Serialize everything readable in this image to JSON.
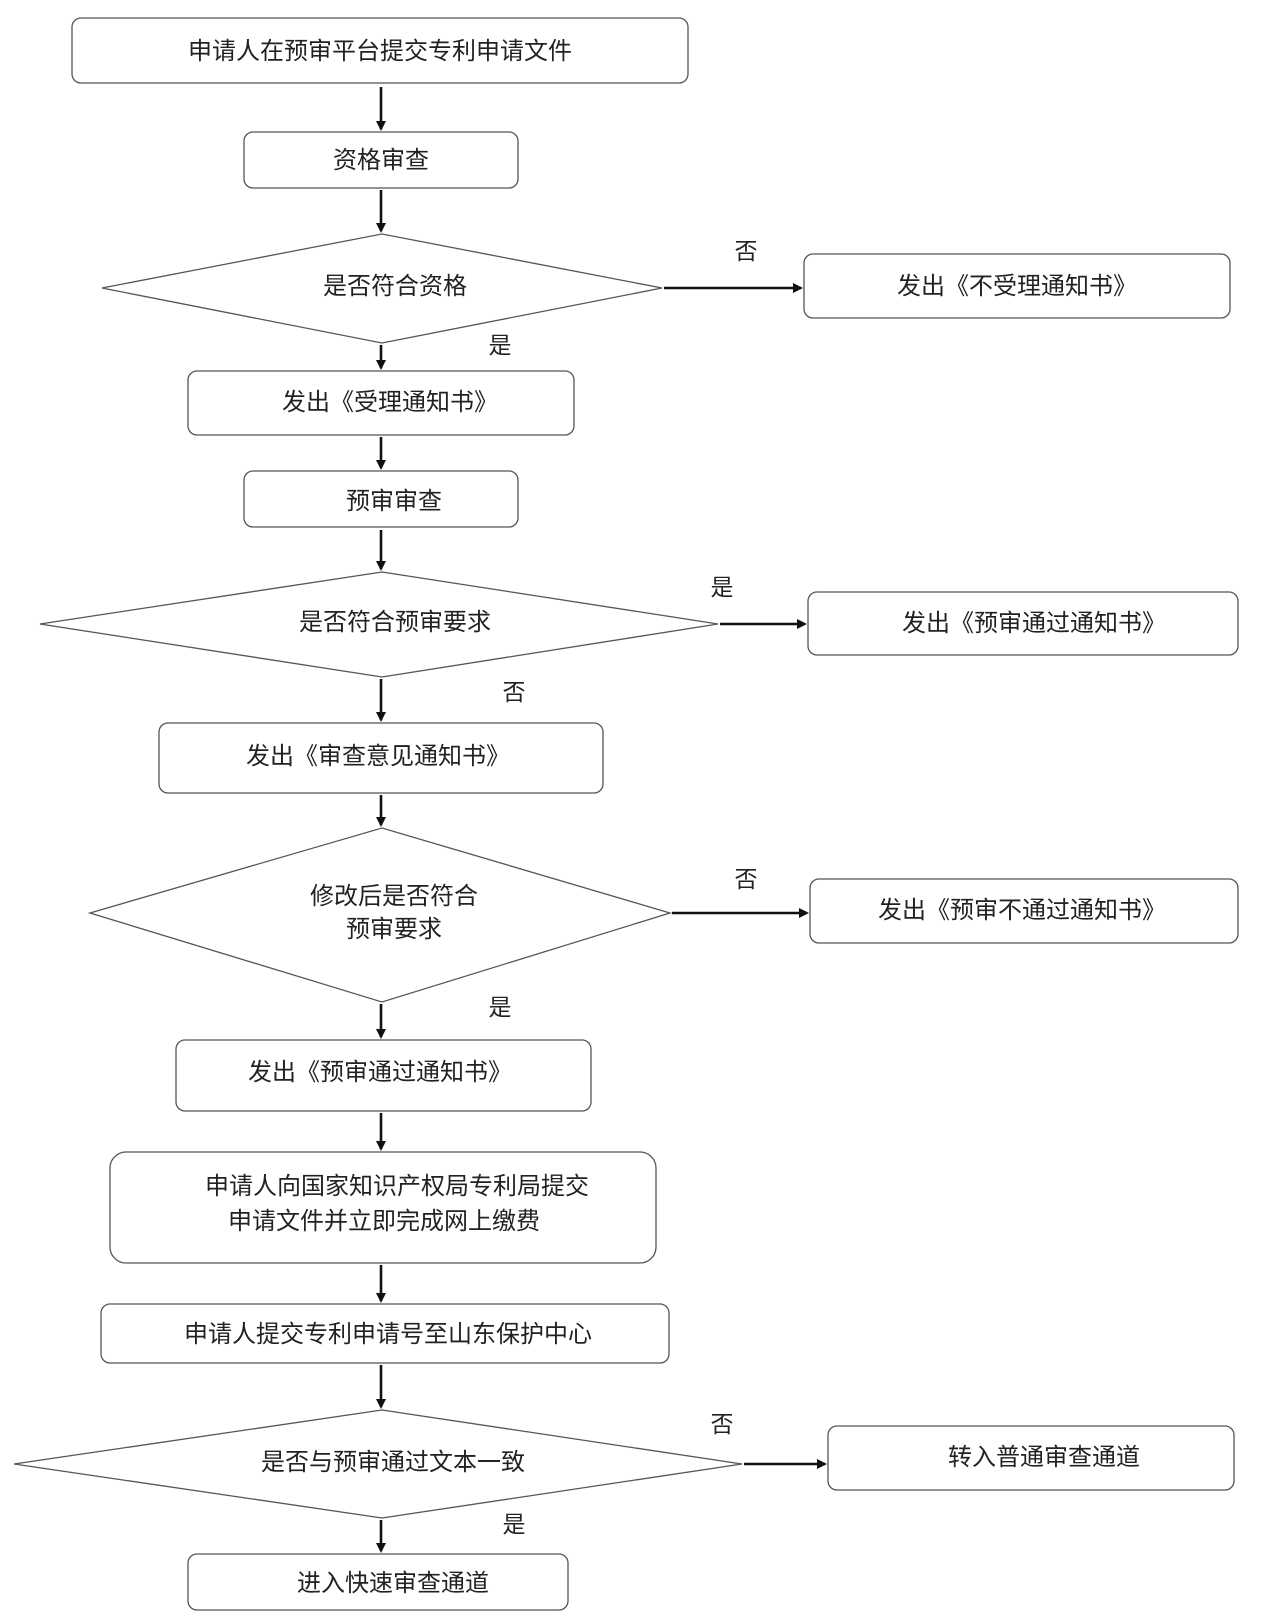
{
  "nodes": {
    "submit": {
      "lines": [
        "申请人在预审平台提交专利申请文件"
      ]
    },
    "qualification_review": {
      "lines": [
        "资格审查"
      ]
    },
    "is_qualified": {
      "lines": [
        "是否符合资格"
      ]
    },
    "not_accepted_notice": {
      "lines": [
        "发出《不受理通知书》"
      ]
    },
    "accepted_notice": {
      "lines": [
        "发出《受理通知书》"
      ]
    },
    "pre_review": {
      "lines": [
        "预审审查"
      ]
    },
    "meets_pre_review": {
      "lines": [
        "是否符合预审要求"
      ]
    },
    "pre_review_pass_notice_1": {
      "lines": [
        "发出《预审通过通知书》"
      ]
    },
    "review_opinion_notice": {
      "lines": [
        "发出《审查意见通知书》"
      ]
    },
    "meets_after_revision": {
      "lines": [
        "修改后是否符合",
        "预审要求"
      ]
    },
    "pre_review_fail_notice": {
      "lines": [
        "发出《预审不通过通知书》"
      ]
    },
    "pre_review_pass_notice_2": {
      "lines": [
        "发出《预审通过通知书》"
      ]
    },
    "submit_to_cnipa": {
      "lines": [
        "申请人向国家知识产权局专利局提交",
        "申请文件并立即完成网上缴费"
      ]
    },
    "submit_application_no": {
      "lines": [
        "申请人提交专利申请号至山东保护中心"
      ]
    },
    "consistent_with_text": {
      "lines": [
        "是否与预审通过文本一致"
      ]
    },
    "normal_channel": {
      "lines": [
        "转入普通审查通道"
      ]
    },
    "fast_channel": {
      "lines": [
        "进入快速审查通道"
      ]
    }
  },
  "edges": {
    "e1": {
      "label": ""
    },
    "e2": {
      "label": ""
    },
    "e3": {
      "label": "否"
    },
    "e4": {
      "label": "是"
    },
    "e5": {
      "label": ""
    },
    "e6": {
      "label": ""
    },
    "e7": {
      "label": "是"
    },
    "e8": {
      "label": "否"
    },
    "e9": {
      "label": ""
    },
    "e10": {
      "label": "否"
    },
    "e11": {
      "label": "是"
    },
    "e12": {
      "label": ""
    },
    "e13": {
      "label": ""
    },
    "e14": {
      "label": ""
    },
    "e15": {
      "label": "否"
    },
    "e16": {
      "label": "是"
    }
  }
}
